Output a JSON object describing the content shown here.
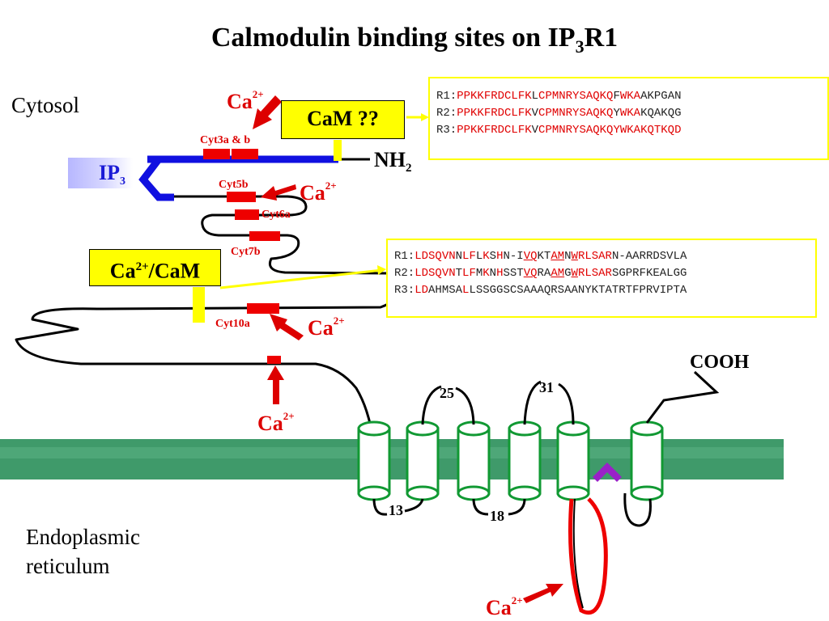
{
  "title": {
    "main": "Calmodulin binding sites on IP",
    "sub": "3",
    "tail": "R1"
  },
  "regions": {
    "cytosol": "Cytosol",
    "er": "Endoplasmic\nreticulum"
  },
  "ligand": {
    "text": "IP",
    "sub": "3"
  },
  "terminals": {
    "n": "NH",
    "n_sub": "2",
    "c": "COOH"
  },
  "cam_box_1": "CaM ??",
  "cam_box_2": {
    "pre": "Ca",
    "sup": "2+",
    "post": "/CaM"
  },
  "calcium": {
    "symbol": "Ca",
    "charge": "2+"
  },
  "sites": {
    "cyt3": "Cyt3a & b",
    "cyt5b": "Cyt5b",
    "cyt6a": "Cyt6a",
    "cyt7b": "Cyt7b",
    "cyt10a": "Cyt10a"
  },
  "loop_labels": {
    "l25": "25",
    "l31": "31",
    "l13": "13",
    "l18": "18"
  },
  "sequences_1": [
    [
      [
        "k",
        "R1:"
      ],
      [
        "r",
        "PPKKFRDCLFK"
      ],
      [
        "k",
        "L"
      ],
      [
        "r",
        "CPMNRYSAQKQ"
      ],
      [
        "k",
        "F"
      ],
      [
        "r",
        "WKA"
      ],
      [
        "k",
        "AKPGAN"
      ]
    ],
    [
      [
        "k",
        "R2:"
      ],
      [
        "r",
        "PPKKFRDCLFK"
      ],
      [
        "k",
        "V"
      ],
      [
        "r",
        "CPMNRYSAQKQ"
      ],
      [
        "k",
        "Y"
      ],
      [
        "r",
        "WKA"
      ],
      [
        "k",
        "KQAKQG"
      ]
    ],
    [
      [
        "k",
        "R3:"
      ],
      [
        "r",
        "PPKKFRDCLFK"
      ],
      [
        "k",
        "V"
      ],
      [
        "r",
        "CPMNRYSAQKQYWKAKQTKQD"
      ]
    ]
  ],
  "sequences_2": [
    [
      [
        "k",
        "R1:"
      ],
      [
        "r",
        "LDSQVN"
      ],
      [
        "k",
        "N"
      ],
      [
        "r",
        "LF"
      ],
      [
        "k",
        "L"
      ],
      [
        "r",
        "K"
      ],
      [
        "k",
        "S"
      ],
      [
        "r",
        "H"
      ],
      [
        "k",
        "N-I"
      ],
      [
        "ru",
        "VQ"
      ],
      [
        "k",
        "KT"
      ],
      [
        "ru",
        "AM"
      ],
      [
        "k",
        "N"
      ],
      [
        "ru",
        "W"
      ],
      [
        "r",
        "RLSAR"
      ],
      [
        "k",
        "N-AARRDSVLA"
      ]
    ],
    [
      [
        "k",
        "R2:"
      ],
      [
        "r",
        "LDSQVN"
      ],
      [
        "k",
        "T"
      ],
      [
        "r",
        "LF"
      ],
      [
        "k",
        "M"
      ],
      [
        "r",
        "K"
      ],
      [
        "k",
        "N"
      ],
      [
        "r",
        "H"
      ],
      [
        "k",
        "SST"
      ],
      [
        "ru",
        "VQ"
      ],
      [
        "k",
        "RA"
      ],
      [
        "ru",
        "AM"
      ],
      [
        "k",
        "G"
      ],
      [
        "ru",
        "W"
      ],
      [
        "r",
        "RLSAR"
      ],
      [
        "k",
        "SGPRFKEALGG"
      ]
    ],
    [
      [
        "k",
        "R3:"
      ],
      [
        "r",
        "LD"
      ],
      [
        "k",
        "AHMSA"
      ],
      [
        "r",
        "L"
      ],
      [
        "k",
        "LSSGGSCSAAAQRSAANYKTATRTFPRVIPTA"
      ]
    ]
  ],
  "colors": {
    "membrane": "#3f9a6a",
    "helix": "#119933",
    "ip3_domain": "#1010e0",
    "site": "#ee0000",
    "cam": "#ffff00",
    "cam_border": "#ffff00",
    "calcium": "#dd0000",
    "filter": "#9a20c8"
  }
}
